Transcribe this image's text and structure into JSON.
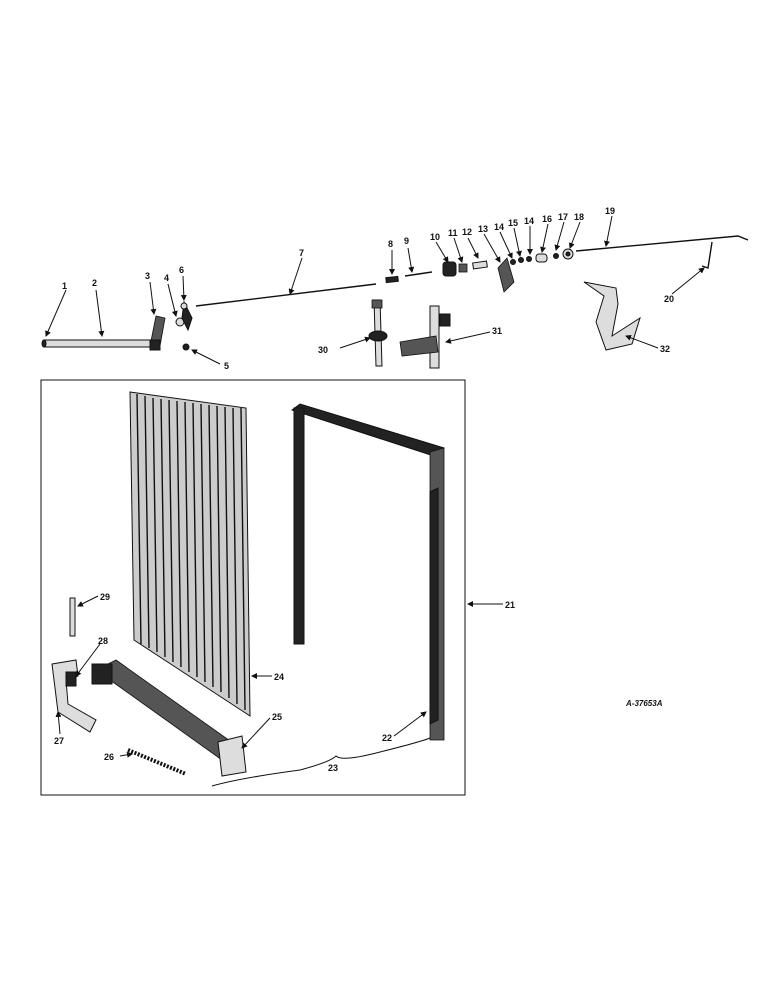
{
  "drawing_code": "A-37653A",
  "callouts": [
    "1",
    "2",
    "3",
    "4",
    "5",
    "6",
    "7",
    "8",
    "9",
    "10",
    "11",
    "12",
    "13",
    "14",
    "15",
    "14",
    "16",
    "17",
    "18",
    "19",
    "20",
    "21",
    "22",
    "23",
    "24",
    "25",
    "26",
    "27",
    "28",
    "29",
    "30",
    "31",
    "32"
  ]
}
